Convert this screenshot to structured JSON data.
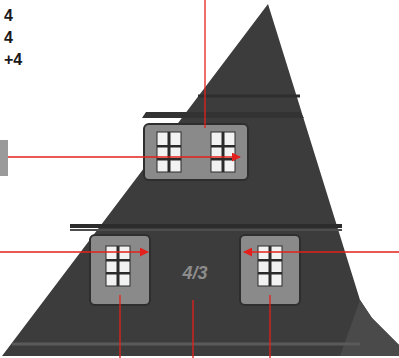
{
  "diagram": {
    "labels": [
      "4",
      "4",
      "+4",
      "4/3"
    ]
  }
}
